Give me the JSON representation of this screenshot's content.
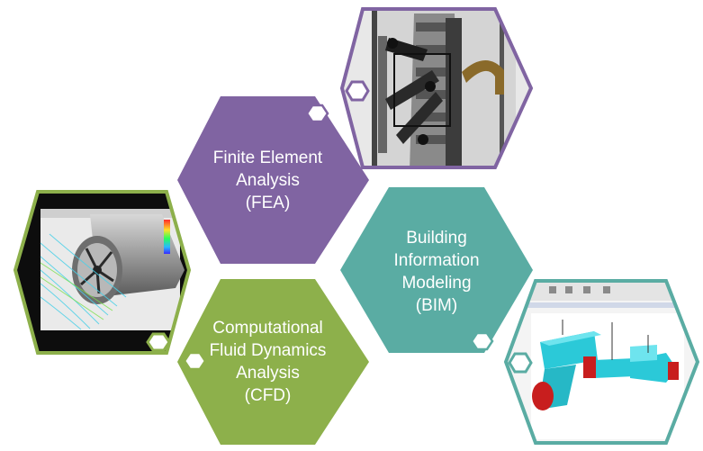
{
  "hexagons": {
    "fea": {
      "lines": [
        "Finite Element",
        "Analysis",
        "(FEA)"
      ],
      "color": "#8064a2"
    },
    "bim": {
      "lines": [
        "Building",
        "Information",
        "Modeling",
        "(BIM)"
      ],
      "color": "#5aaca3"
    },
    "cfd": {
      "lines": [
        "Computational",
        "Fluid Dynamics",
        "Analysis",
        "(CFD)"
      ],
      "color": "#8db04b"
    }
  },
  "image_frames": {
    "fea_image": {
      "border_color": "#8064a2",
      "depicts": "mechanical linkage assembly model"
    },
    "cfd_image": {
      "border_color": "#8db04b",
      "depicts": "fan flow streamline simulation"
    },
    "bim_image": {
      "border_color": "#5aaca3",
      "depicts": "HVAC ductwork 3D model"
    }
  },
  "colors": {
    "purple": "#8064a2",
    "teal": "#5aaca3",
    "green": "#8db04b"
  }
}
